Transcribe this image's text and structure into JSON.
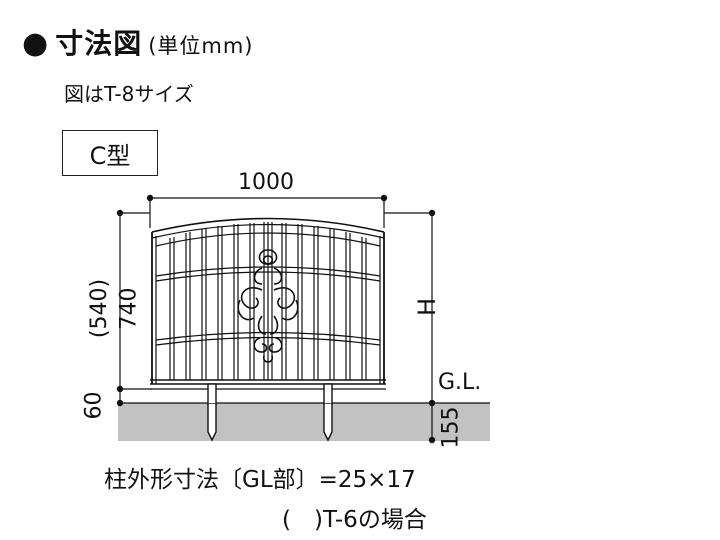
{
  "heading": {
    "bullet": "●",
    "title": "寸法図",
    "unit": "(単位mm)"
  },
  "subnote": "図はT-8サイズ",
  "type_label": "C型",
  "dimensions": {
    "width": "1000",
    "height_alt": "(540)",
    "height": "740",
    "base_gap": "60",
    "total_height": "H",
    "ground_level": "G.L.",
    "embed_depth": "155"
  },
  "notes": {
    "line1": "柱外形寸法〔GL部〕=25×17",
    "line2": "(　)T-6の場合"
  },
  "colors": {
    "ground": "#c2c2c2",
    "line": "#111111"
  },
  "icons": {
    "heading_bullet": "filled-circle-icon",
    "scroll_ornament": "scroll-ornament-icon"
  }
}
